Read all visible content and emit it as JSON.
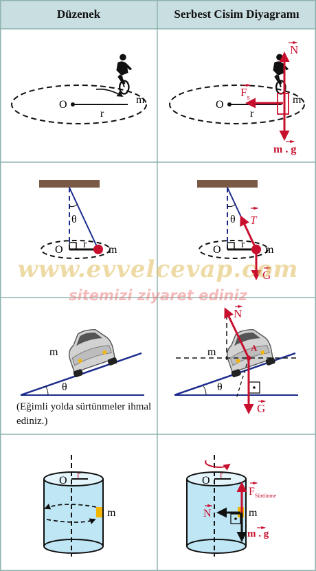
{
  "headers": {
    "setup": "Düzenek",
    "fbd": "Serbest Cisim Diyagramı"
  },
  "row1": {
    "center": "O",
    "radius": "r",
    "mass": "m",
    "force_normal": "N",
    "force_friction": "F",
    "friction_sub": "s",
    "weight": "m . g"
  },
  "row2": {
    "angle": "θ",
    "center": "O",
    "radius": "r",
    "mass": "m",
    "tension": "T",
    "weight": "G"
  },
  "row3": {
    "mass": "m",
    "angle": "θ",
    "point": "A",
    "normal": "N",
    "weight": "G",
    "note": "(Eğimli yolda sürtünmeler ihmal ediniz.)"
  },
  "row4": {
    "center": "O",
    "radius": "r",
    "mass": "m",
    "normal": "N",
    "friction": "F",
    "friction_sub": "Sürtünme",
    "weight": "m . g"
  },
  "watermark": {
    "site": "www.evvelcevap.com",
    "tagline": "sitemizi ziyaret ediniz"
  },
  "colors": {
    "header_bg": "#c9dee0",
    "grid": "#8fb3b0",
    "force": "#c8102e",
    "slope": "#1b2b8c",
    "ceiling": "#7a5a46",
    "cylinder": "#bfe6f5"
  }
}
